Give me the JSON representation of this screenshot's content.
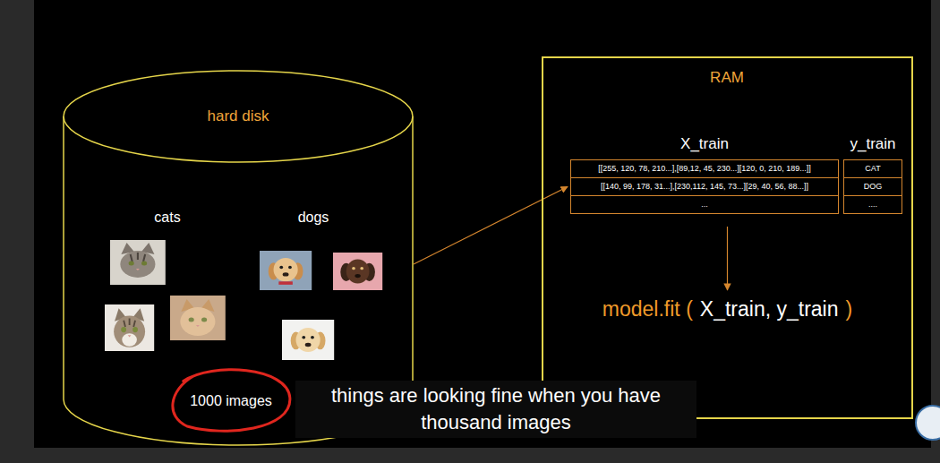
{
  "diagram": {
    "caption": "things are looking fine when you have thousand images",
    "nodes": [
      {
        "text": [
          "hard disk",
          "cats",
          "dogs"
        ]
      },
      {
        "text": [
          "1000 images"
        ],
        "in": 0
      },
      {
        "text": [
          "RAM"
        ]
      },
      {
        "text": [
          "X_train",
          "[[255, 120, 78, 210...],[89,12, 45, 230...][120, 0, 210, 189...]]",
          "[[140, 99, 178, 31...],[230,112, 145, 73...][29, 40, 56, 88...]]",
          "..."
        ],
        "in": 2
      },
      {
        "text": [
          "y_train",
          "CAT",
          "DOG",
          "...."
        ],
        "in": 2
      },
      {
        "text": [
          "model.fit (",
          "X_train, y_train",
          ")"
        ],
        "in": 2
      }
    ],
    "edges": [
      {
        "from": 0,
        "to": 3,
        "arrow": "to"
      },
      {
        "from": 3,
        "to": 5,
        "arrow": "to"
      }
    ]
  }
}
